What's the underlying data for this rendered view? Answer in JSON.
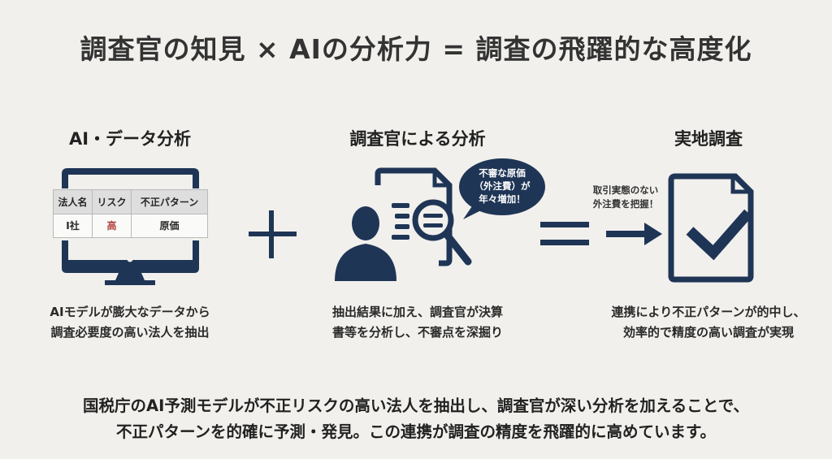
{
  "title": "調査官の知見 × AIの分析力 = 調査の飛躍的な高度化",
  "columns": [
    {
      "heading": "AI・データ分析",
      "desc1": "AIモデルが膨大なデータから",
      "desc2": "調査必要度の高い法人を抽出"
    },
    {
      "heading": "調査官による分析",
      "desc1": "抽出結果に加え、調査官が決算",
      "desc2": "書等を分析し、不審点を深掘り"
    },
    {
      "heading": "実地調査",
      "desc1": "連携により不正パターンが的中し、",
      "desc2": "効率的で精度の高い調査が実現"
    }
  ],
  "table": {
    "headers": [
      "法人名",
      "リスク",
      "不正パターン"
    ],
    "row": [
      "I社",
      "高",
      "原価"
    ]
  },
  "bubble": {
    "line1": "不審な原価",
    "line2": "（外注費）が",
    "line3": "年々増加！"
  },
  "note": {
    "line1": "取引実態のない",
    "line2": "外注費を把握！"
  },
  "footer": {
    "line1": "国税庁のAI予測モデルが不正リスクの高い法人を抽出し、調査官が深い分析を加えることで、",
    "line2": "不正パターンを的確に予測・発見。この連携が調査の精度を飛躍的に高めています。"
  },
  "colors": {
    "navy": "#1f3556",
    "risk": "#b0413e",
    "background": "#f1f0ec"
  }
}
